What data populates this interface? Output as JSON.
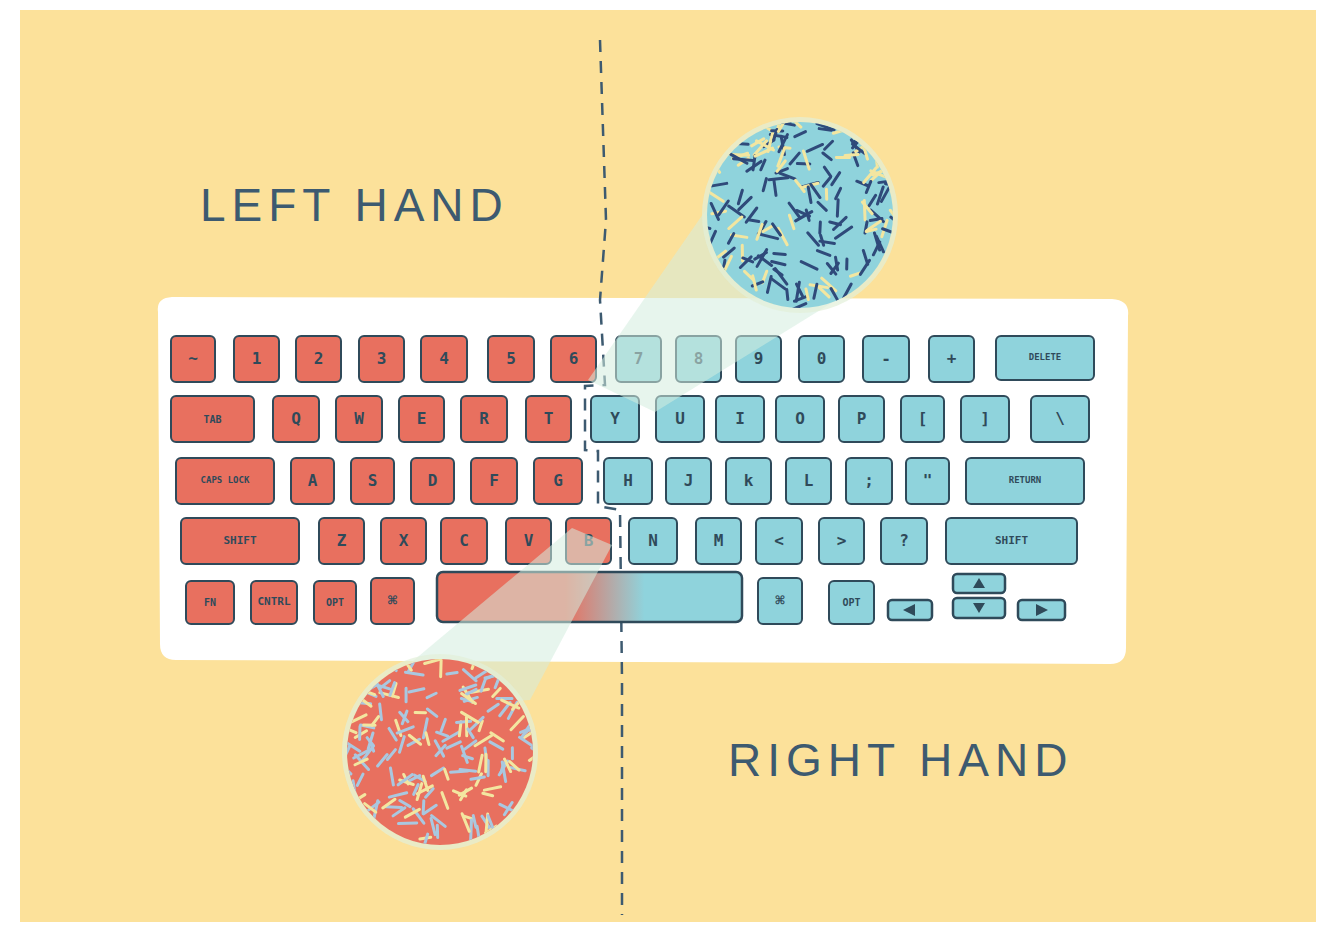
{
  "diagram": {
    "nodes": [
      {
        "text": [
          "~"
        ]
      },
      {
        "text": [
          "1"
        ]
      },
      {
        "text": [
          "2"
        ]
      },
      {
        "text": [
          "3"
        ]
      },
      {
        "text": [
          "4"
        ]
      },
      {
        "text": [
          "5"
        ]
      },
      {
        "text": [
          "6"
        ]
      },
      {
        "text": [
          "7"
        ]
      },
      {
        "text": [
          "8"
        ]
      },
      {
        "text": [
          "9"
        ]
      },
      {
        "text": [
          "0"
        ]
      },
      {
        "text": [
          "-"
        ]
      },
      {
        "text": [
          "+"
        ]
      },
      {
        "text": [
          "DELETE"
        ]
      },
      {
        "text": [
          "TAB"
        ]
      },
      {
        "text": [
          "Q"
        ]
      },
      {
        "text": [
          "W"
        ]
      },
      {
        "text": [
          "E"
        ]
      },
      {
        "text": [
          "R"
        ]
      },
      {
        "text": [
          "T"
        ]
      },
      {
        "text": [
          "Y"
        ]
      },
      {
        "text": [
          "U"
        ]
      },
      {
        "text": [
          "I"
        ]
      },
      {
        "text": [
          "O"
        ]
      },
      {
        "text": [
          "P"
        ]
      },
      {
        "text": [
          "["
        ]
      },
      {
        "text": [
          "]"
        ]
      },
      {
        "text": [
          "\\"
        ]
      },
      {
        "text": [
          "CAPS LOCK"
        ]
      },
      {
        "text": [
          "A"
        ]
      },
      {
        "text": [
          "S"
        ]
      },
      {
        "text": [
          "D"
        ]
      },
      {
        "text": [
          "F"
        ]
      },
      {
        "text": [
          "G"
        ]
      },
      {
        "text": [
          "H"
        ]
      },
      {
        "text": [
          "J"
        ]
      },
      {
        "text": [
          "k"
        ]
      },
      {
        "text": [
          "L"
        ]
      },
      {
        "text": [
          ";"
        ]
      },
      {
        "text": [
          "\""
        ]
      },
      {
        "text": [
          "RETURN"
        ]
      },
      {
        "text": [
          "SHIFT"
        ]
      },
      {
        "text": [
          "Z"
        ]
      },
      {
        "text": [
          "X"
        ]
      },
      {
        "text": [
          "C"
        ]
      },
      {
        "text": [
          "V"
        ]
      },
      {
        "text": [
          "B"
        ]
      },
      {
        "text": [
          "N"
        ]
      },
      {
        "text": [
          "M"
        ]
      },
      {
        "text": [
          "<"
        ]
      },
      {
        "text": [
          ">"
        ]
      },
      {
        "text": [
          "?"
        ]
      },
      {
        "text": [
          "SHIFT"
        ]
      },
      {
        "text": [
          "FN"
        ]
      },
      {
        "text": [
          "CNTRL"
        ]
      },
      {
        "text": [
          "OPT"
        ]
      },
      {
        "text": [
          "⌘"
        ]
      },
      {
        "text": [
          "⌘"
        ]
      },
      {
        "text": [
          "OPT"
        ]
      }
    ],
    "labels": [
      "LEFT HAND",
      "RIGHT HAND"
    ]
  }
}
